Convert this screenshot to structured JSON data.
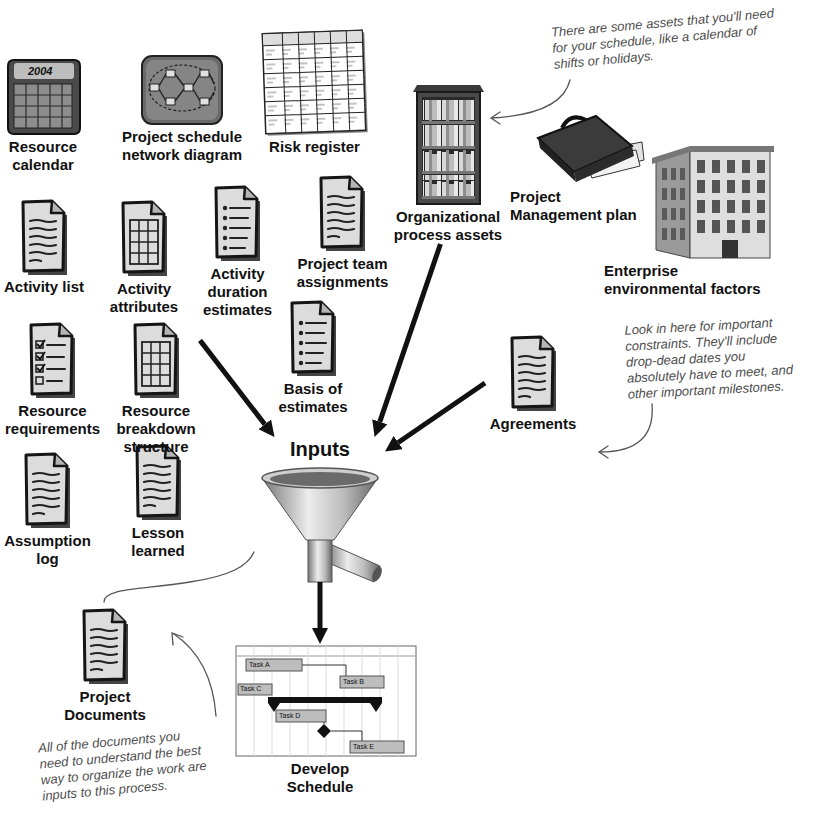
{
  "diagram": {
    "nodes": [
      {
        "text": [
          "Resource calendar"
        ]
      },
      {
        "text": [
          "Project schedule network diagram"
        ]
      },
      {
        "text": [
          "Risk register"
        ]
      },
      {
        "text": [
          "Organizational process assets"
        ]
      },
      {
        "text": [
          "Project Management plan"
        ]
      },
      {
        "text": [
          "Enterprise environmental factors"
        ]
      },
      {
        "text": [
          "Activity list"
        ]
      },
      {
        "text": [
          "Activity attributes"
        ]
      },
      {
        "text": [
          "Activity duration estimates"
        ]
      },
      {
        "text": [
          "Project team assignments"
        ]
      },
      {
        "text": [
          "Resource requirements"
        ]
      },
      {
        "text": [
          "Resource breakdown structure"
        ]
      },
      {
        "text": [
          "Basis of estimates"
        ]
      },
      {
        "text": [
          "Agreements"
        ]
      },
      {
        "text": [
          "Inputs"
        ]
      },
      {
        "text": [
          "Assumption log"
        ]
      },
      {
        "text": [
          "Lesson learned"
        ]
      },
      {
        "text": [
          "Project Documents"
        ]
      },
      {
        "text": [
          "Develop Schedule"
        ]
      }
    ],
    "edges": [
      {
        "from": 11,
        "to": 14,
        "arrow": "to"
      },
      {
        "from": 3,
        "to": 14,
        "arrow": "to"
      },
      {
        "from": 13,
        "to": 14,
        "arrow": "to"
      },
      {
        "from": 14,
        "to": 18,
        "arrow": "to"
      }
    ],
    "labels": [
      "There are some assets that you'll need for your schedule, like a calendar of shifts or holidays.",
      "Look in here for important constraints. They'll include drop-dead dates you absolutely have to meet, and other important milestones.",
      "All of the documents you need to understand the best way to organize the work are inputs to this process.",
      "2004",
      "Task A",
      "Task B",
      "Task C",
      "Task D",
      "Task E"
    ]
  }
}
